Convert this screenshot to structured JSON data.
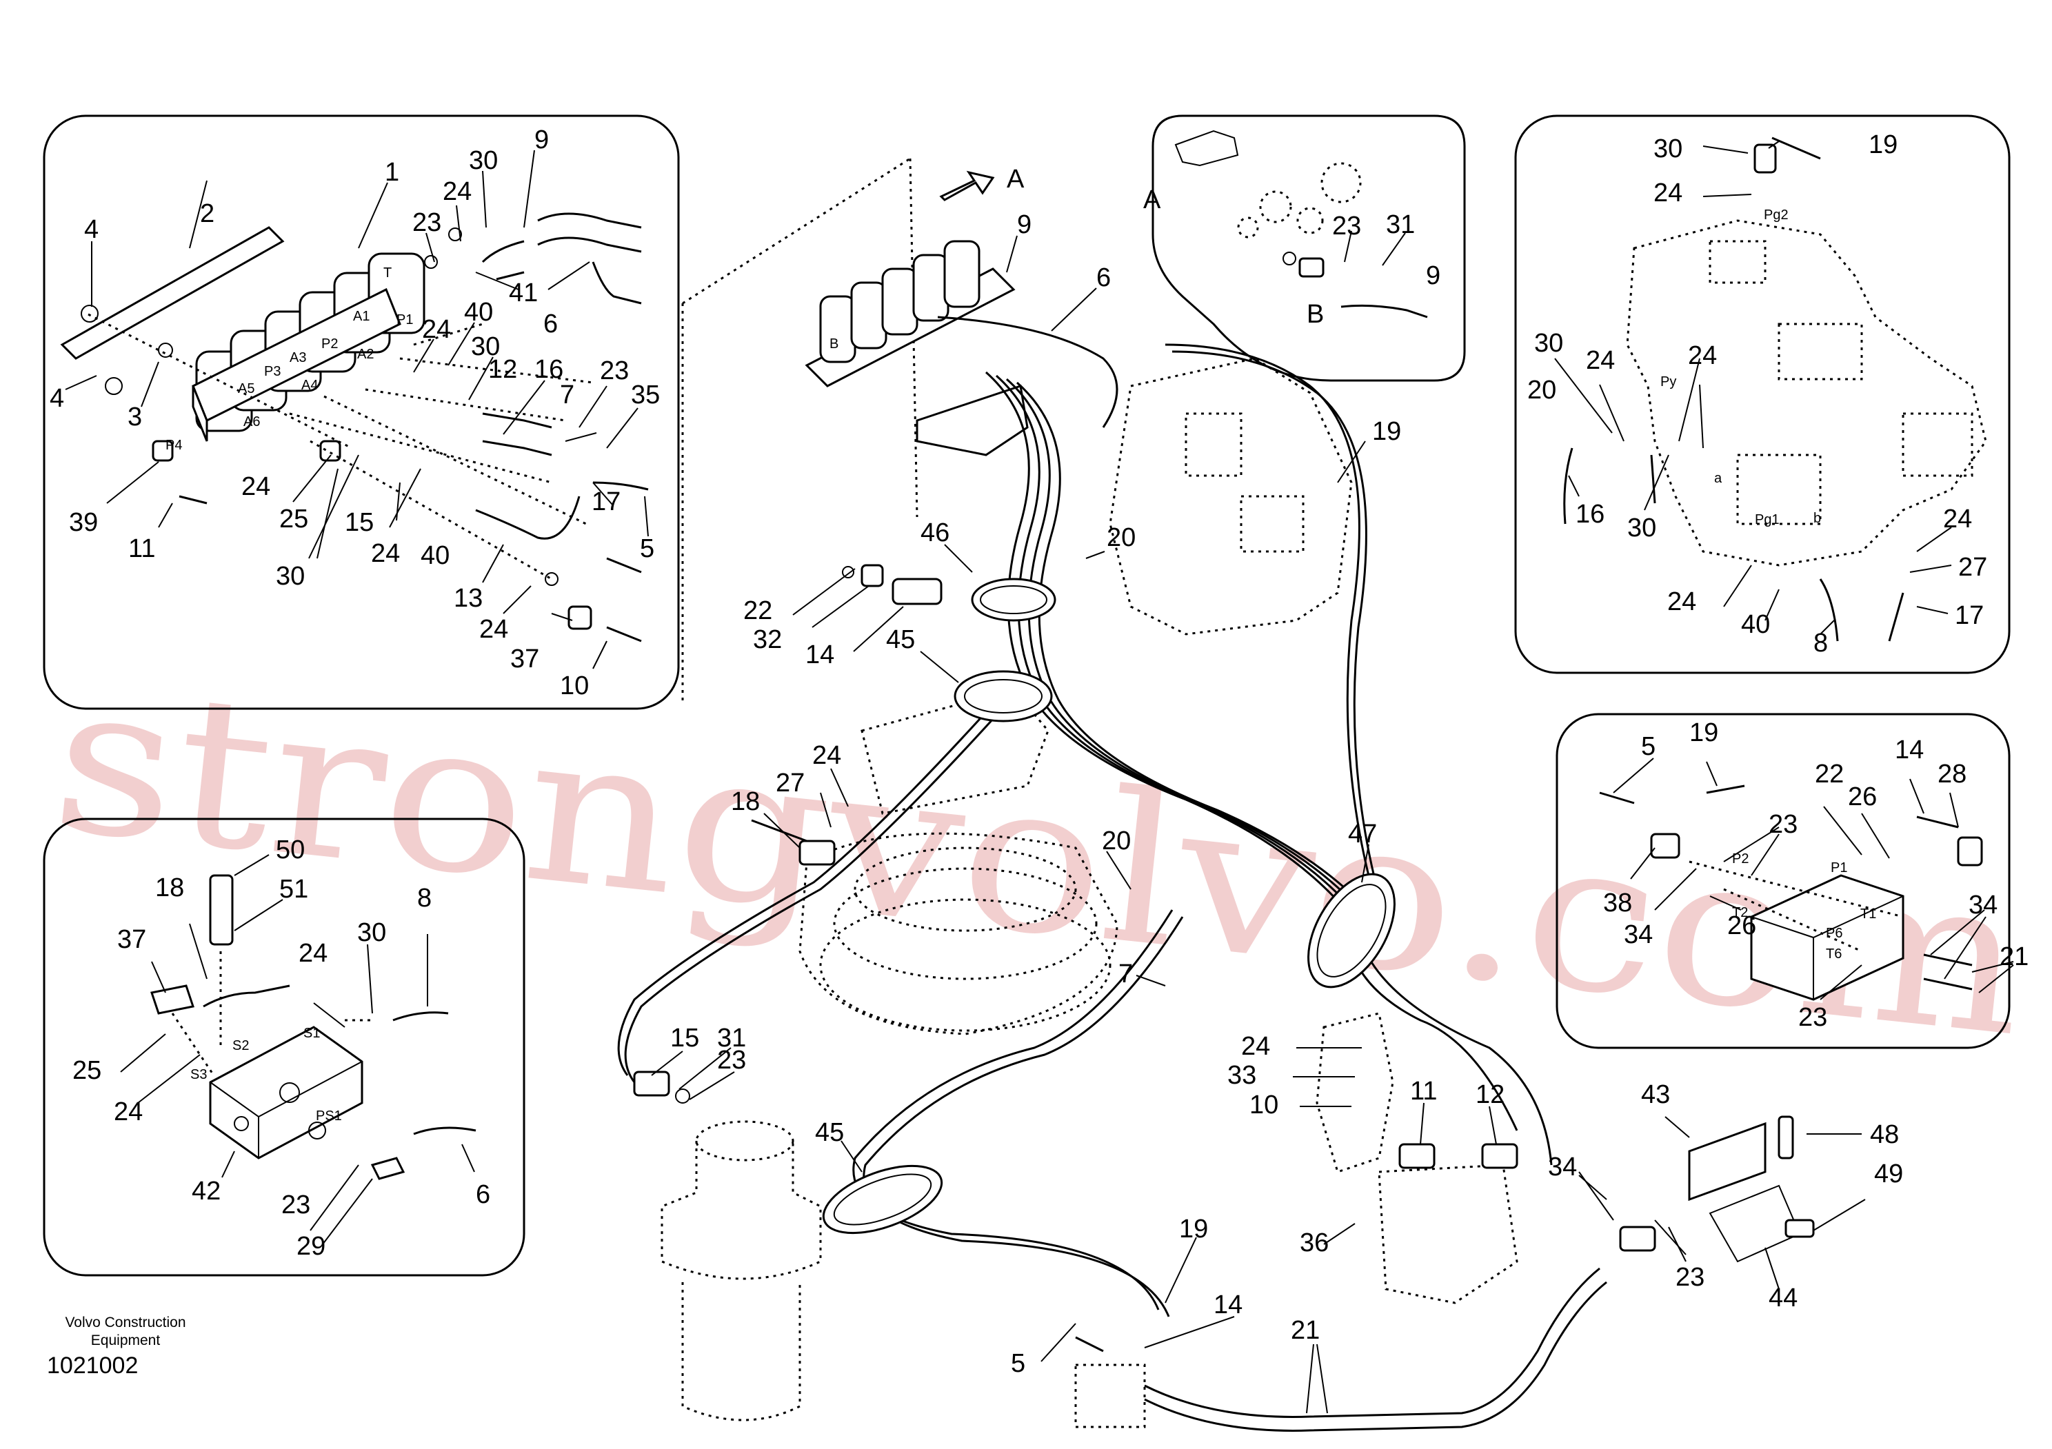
{
  "diagram": {
    "watermark": "strongvolvo.com",
    "brand": {
      "line1": "Volvo Construction",
      "line2": "Equipment"
    },
    "drawing_number": "1021002",
    "view_label": "A",
    "port_labels": [
      "T",
      "P1",
      "A1",
      "A2",
      "P2",
      "A3",
      "P3",
      "A4",
      "A5",
      "A6",
      "P4",
      "B",
      "S1",
      "S2",
      "S3",
      "PS1",
      "P1",
      "P2",
      "T1",
      "T2",
      "P6",
      "T6",
      "Py",
      "Pg2",
      "Pg1",
      "a",
      "b"
    ],
    "callouts": {
      "c1": "1",
      "c2": "2",
      "c3": "3",
      "c4a": "4",
      "c4b": "4",
      "c9a": "9",
      "c30a": "30",
      "c24a": "24",
      "c23a": "23",
      "c41": "41",
      "c6a": "6",
      "c40a": "40",
      "c24b": "24",
      "c30b": "30",
      "c12a": "12",
      "c16a": "16",
      "c23b": "23",
      "c35": "35",
      "c7a": "7",
      "c24c": "24",
      "c17a": "17",
      "c5a": "5",
      "c39": "39",
      "c11a": "11",
      "c25a": "25",
      "c15a": "15",
      "c30c": "30",
      "c24d": "24",
      "c40b": "40",
      "c13": "13",
      "c24e": "24",
      "c37a": "37",
      "c10a": "10",
      "cA1": "A",
      "c23c": "23",
      "c31a": "31",
      "c9b": "9",
      "cB": "B",
      "c30d": "30",
      "c19a": "19",
      "c24f": "24",
      "c30e": "30",
      "c24g": "24",
      "c24h": "24",
      "c20a": "20",
      "c16b": "16",
      "c30f": "30",
      "c24i": "24",
      "c27a": "27",
      "c24j": "24",
      "c40c": "40",
      "c8a": "8",
      "c17b": "17",
      "c50": "50",
      "c18a": "18",
      "c51": "51",
      "c37b": "37",
      "c24k": "24",
      "c30g": "30",
      "c8b": "8",
      "c25b": "25",
      "c24l": "24",
      "c42": "42",
      "c23d": "23",
      "c29": "29",
      "c6b": "6",
      "c5b": "5",
      "c19b": "19",
      "c14a": "14",
      "c28": "28",
      "c22a": "22",
      "c26a": "26",
      "c23e": "23",
      "c38": "38",
      "c34a": "34",
      "c26b": "26",
      "c34b": "34",
      "c21a": "21",
      "c23f": "23",
      "cA2": "A",
      "c9c": "9",
      "c6c": "6",
      "c46": "46",
      "c20b": "20",
      "c22b": "22",
      "c32": "32",
      "c14b": "14",
      "c45a": "45",
      "c19c": "19",
      "c24m": "24",
      "c27b": "27",
      "c18b": "18",
      "c20c": "20",
      "c7b": "7",
      "c47": "47",
      "c15b": "15",
      "c31b": "31",
      "c23g": "23",
      "c24n": "24",
      "c33": "33",
      "c10b": "10",
      "c11b": "11",
      "c12b": "12",
      "c43": "43",
      "c48": "48",
      "c45b": "45",
      "c34c": "34",
      "c49": "49",
      "c36": "36",
      "c23h": "23",
      "c44": "44",
      "c19d": "19",
      "c14c": "14",
      "c5c": "5",
      "c21b": "21"
    }
  }
}
